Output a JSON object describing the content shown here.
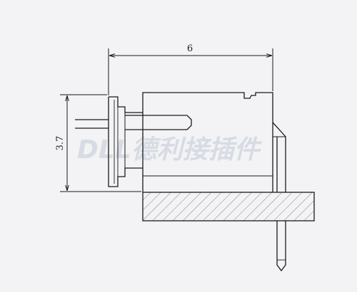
{
  "drawing": {
    "dim_horizontal": "6",
    "dim_vertical": "3.7"
  },
  "watermark": {
    "text": "DLL德利接插件"
  },
  "colors": {
    "background": "#f3f3f5",
    "line": "#1a1a1a",
    "watermark": "#d7dbe4"
  }
}
